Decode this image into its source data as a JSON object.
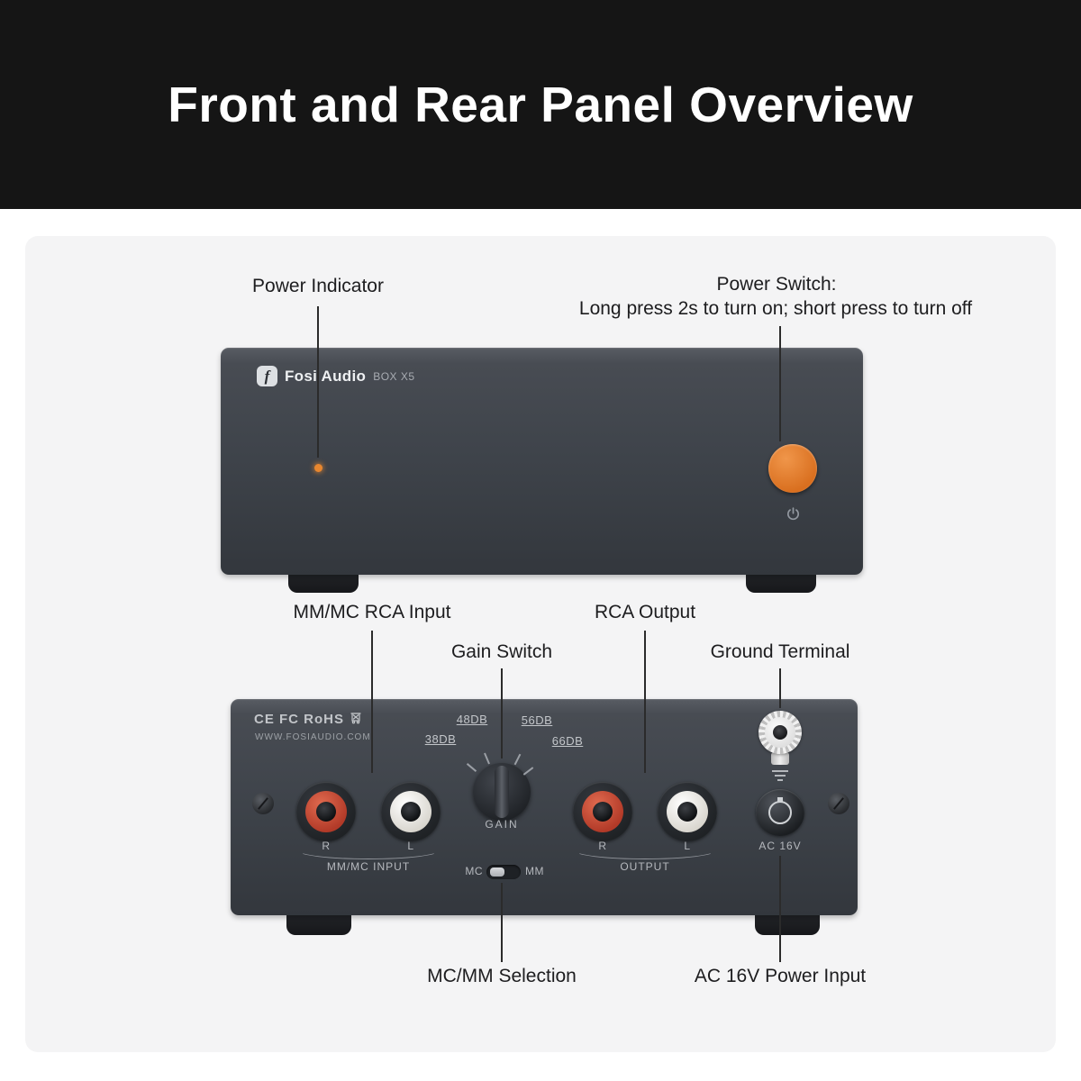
{
  "header": {
    "title": "Front and Rear Panel Overview"
  },
  "front": {
    "annotations": {
      "power_indicator": "Power Indicator",
      "power_switch_title": "Power Switch:",
      "power_switch_desc": "Long press 2s to turn on; short press to turn off"
    },
    "device": {
      "logo_glyph": "f",
      "brand": "Fosi Audio",
      "model": "BOX X5"
    }
  },
  "rear": {
    "annotations": {
      "mm_mc_input": "MM/MC RCA Input",
      "gain_switch": "Gain Switch",
      "rca_output": "RCA Output",
      "ground_terminal": "Ground Terminal",
      "mc_mm_selection": "MC/MM Selection",
      "ac_power_input": "AC 16V Power Input"
    },
    "device": {
      "certs": "CE FC RoHS",
      "website": "WWW.FOSIAUDIO.COM",
      "gain_labels": [
        "38DB",
        "48DB",
        "56DB",
        "66DB"
      ],
      "gain_caption": "GAIN",
      "jack_r": "R",
      "jack_l": "L",
      "input_group": "MM/MC INPUT",
      "output_group": "OUTPUT",
      "switch_mc": "MC",
      "switch_mm": "MM",
      "ac_label": "AC 16V"
    }
  },
  "colors": {
    "header_bg": "#151515",
    "accent_orange": "#E3802F",
    "device_body": "#3E434A",
    "rca_red": "#C44A33",
    "rca_white": "#E9E6E0"
  }
}
